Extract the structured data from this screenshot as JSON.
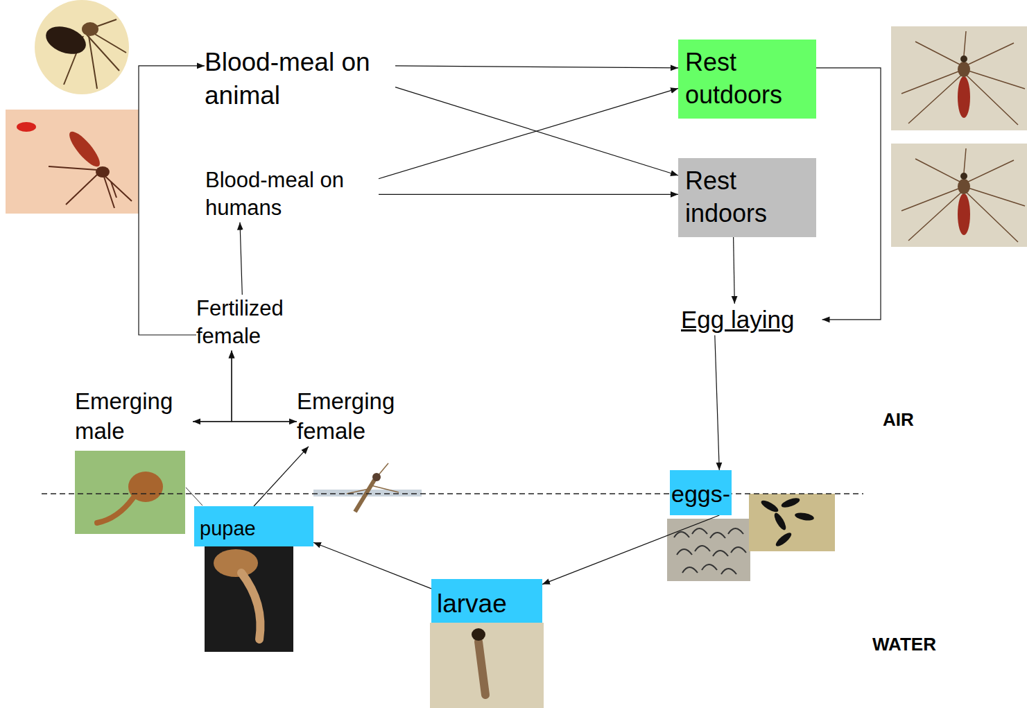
{
  "diagram": {
    "nodes": [
      {
        "text": [
          "Blood-meal on animal"
        ]
      },
      {
        "text": [
          "Rest outdoors"
        ]
      },
      {
        "text": [
          "Blood-meal on humans"
        ]
      },
      {
        "text": [
          "Rest indoors"
        ]
      },
      {
        "text": [
          "Fertilized female"
        ]
      },
      {
        "text": [
          "Egg laying"
        ]
      },
      {
        "text": [
          "Emerging male"
        ]
      },
      {
        "text": [
          "Emerging female"
        ]
      },
      {
        "text": [
          "eggs-"
        ]
      },
      {
        "text": [
          "pupae"
        ]
      },
      {
        "text": [
          "larvae"
        ]
      }
    ],
    "edges": [
      {
        "from": 4,
        "to": 0,
        "arrow": "to"
      },
      {
        "from": 4,
        "to": 2,
        "arrow": "to"
      },
      {
        "from": 0,
        "to": 1,
        "arrow": "to"
      },
      {
        "from": 0,
        "to": 3,
        "arrow": "to"
      },
      {
        "from": 2,
        "to": 1,
        "arrow": "to"
      },
      {
        "from": 2,
        "to": 3,
        "arrow": "to"
      },
      {
        "from": 3,
        "to": 5,
        "arrow": "to"
      },
      {
        "from": 1,
        "to": 5,
        "arrow": "to"
      },
      {
        "from": 5,
        "to": 8,
        "arrow": "to"
      },
      {
        "from": 8,
        "to": 10,
        "arrow": "to"
      },
      {
        "from": 10,
        "to": 9,
        "arrow": "to"
      },
      {
        "from": 9,
        "to": 7,
        "arrow": "to"
      },
      {
        "from": 6,
        "to": 7,
        "arrow": "both"
      },
      {
        "from": 6,
        "to": 4,
        "arrow": "to"
      },
      {
        "from": 7,
        "to": 4,
        "arrow": "to"
      }
    ],
    "labels": [
      "AIR",
      "WATER"
    ]
  }
}
